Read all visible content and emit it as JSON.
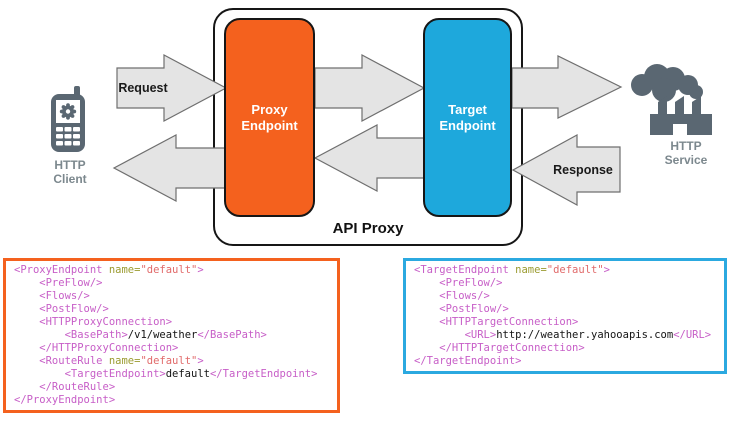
{
  "diagram": {
    "api_proxy_label": "API Proxy",
    "proxy_endpoint_label": "Proxy Endpoint",
    "target_endpoint_label": "Target Endpoint",
    "request_label": "Request",
    "response_label": "Response",
    "http_client_label": "HTTP Client",
    "http_service_label": "HTTP Service"
  },
  "colors": {
    "proxy_endpoint_fill": "#F4611E",
    "target_endpoint_fill": "#1EA8DC",
    "proxy_code_border": "#F4611E",
    "target_code_border": "#2BA9E0",
    "arrow_fill": "#E4E4E4",
    "arrow_stroke": "#6F6F6F",
    "icon_color": "#5A6772",
    "xml_tag": "#C75EC7",
    "xml_attr": "#9B9B30",
    "xml_string": "#E16A6A",
    "xml_text": "#141414"
  },
  "code_blocks": [
    {
      "name": "proxy-endpoint-xml",
      "lines": [
        [
          [
            "tag",
            "<ProxyEndpoint "
          ],
          [
            "attr",
            "name="
          ],
          [
            "str",
            "\"default\""
          ],
          [
            "tag",
            ">"
          ]
        ],
        [
          [
            "tag",
            "    <PreFlow/>"
          ]
        ],
        [
          [
            "tag",
            "    <Flows/>"
          ]
        ],
        [
          [
            "tag",
            "    <PostFlow/>"
          ]
        ],
        [
          [
            "tag",
            "    <HTTPProxyConnection>"
          ]
        ],
        [
          [
            "tag",
            "        <BasePath>"
          ],
          [
            "txt",
            "/v1/weather"
          ],
          [
            "tag",
            "</BasePath>"
          ]
        ],
        [
          [
            "tag",
            "    </HTTPProxyConnection>"
          ]
        ],
        [
          [
            "tag",
            "    <RouteRule "
          ],
          [
            "attr",
            "name="
          ],
          [
            "str",
            "\"default\""
          ],
          [
            "tag",
            ">"
          ]
        ],
        [
          [
            "tag",
            "        <TargetEndpoint>"
          ],
          [
            "txt",
            "default"
          ],
          [
            "tag",
            "</TargetEndpoint>"
          ]
        ],
        [
          [
            "tag",
            "    </RouteRule>"
          ]
        ],
        [
          [
            "tag",
            "</ProxyEndpoint>"
          ]
        ]
      ]
    },
    {
      "name": "target-endpoint-xml",
      "lines": [
        [
          [
            "tag",
            "<TargetEndpoint "
          ],
          [
            "attr",
            "name="
          ],
          [
            "str",
            "\"default\""
          ],
          [
            "tag",
            ">"
          ]
        ],
        [
          [
            "tag",
            "    <PreFlow/>"
          ]
        ],
        [
          [
            "tag",
            "    <Flows/>"
          ]
        ],
        [
          [
            "tag",
            "    <PostFlow/>"
          ]
        ],
        [
          [
            "tag",
            "    <HTTPTargetConnection>"
          ]
        ],
        [
          [
            "tag",
            "        <URL>"
          ],
          [
            "txt",
            "http://weather.yahooapis.com"
          ],
          [
            "tag",
            "</URL>"
          ]
        ],
        [
          [
            "tag",
            "    </HTTPTargetConnection>"
          ]
        ],
        [
          [
            "tag",
            "</TargetEndpoint>"
          ]
        ]
      ]
    }
  ]
}
